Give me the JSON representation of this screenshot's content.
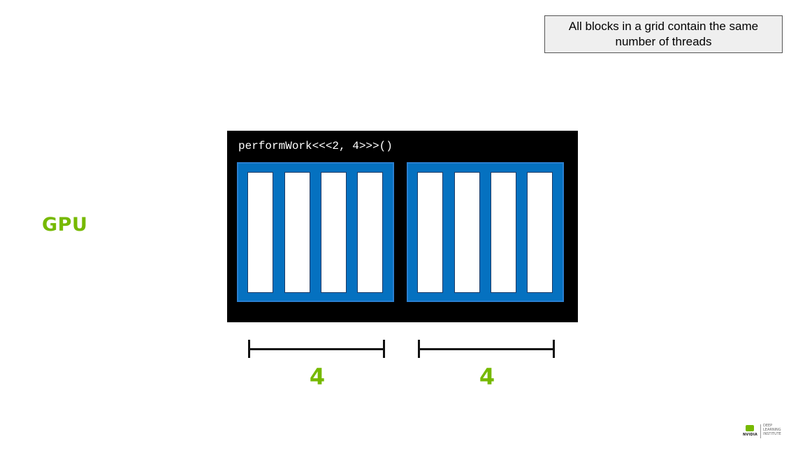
{
  "note": {
    "text": "All blocks in a grid contain the same number of threads"
  },
  "gpu_label": "GPU",
  "kernel_call": "performWork<<<2, 4>>>()",
  "blocks": [
    {
      "threads": 4
    },
    {
      "threads": 4
    }
  ],
  "block_counts": [
    "4",
    "4"
  ],
  "colors": {
    "accent": "#76b900",
    "block": "#0571c0",
    "panel": "#000000"
  },
  "logo": {
    "brand": "NVIDIA",
    "line1": "DEEP",
    "line2": "LEARNING",
    "line3": "INSTITUTE"
  }
}
